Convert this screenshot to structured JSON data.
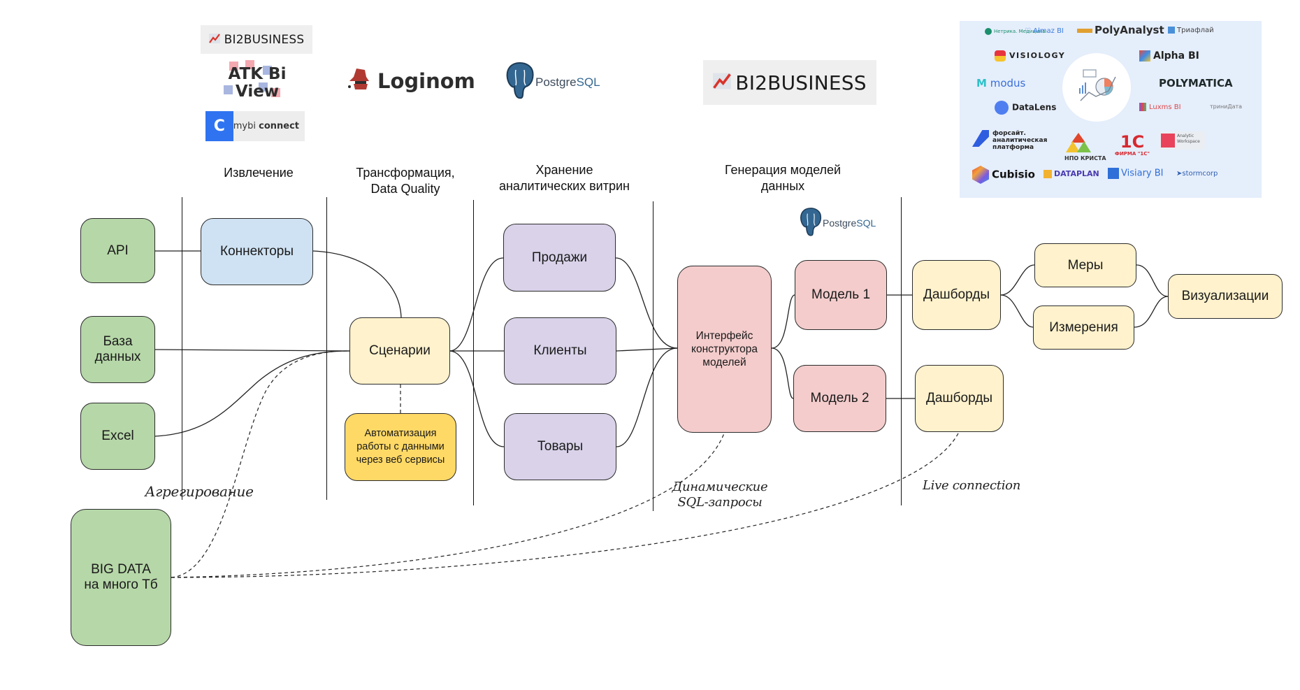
{
  "logos": {
    "bi2business_small": "BI2BUSINESS",
    "atk_bi_view": [
      "ATK Bi",
      "View"
    ],
    "mybi_connect": {
      "prefix": "mybi",
      "suffix": "connect",
      "icon": "C"
    },
    "loginom": "Loginom",
    "postgresql_top": {
      "a": "Postgre",
      "b": "SQL"
    },
    "bi2business_large": "BI2BUSINESS",
    "postgresql_models": {
      "a": "Postgre",
      "b": "SQL"
    }
  },
  "collage": {
    "items": [
      "Нетрика. Медицина",
      "Almaz BI",
      "PolyAnalyst",
      "Триафлай",
      "VISIOLOGY",
      "Alpha BI",
      "modus",
      "POLYMATICA",
      "DataLens",
      "Luxms BI",
      "триниДата",
      "форсайт. аналитическая платформа",
      "НПО КРИСТА",
      "ФИРМА \"1С\"",
      "Analytic Workspace",
      "Cubisio",
      "DATAPLAN",
      "Visiary BI",
      "stormcorp"
    ]
  },
  "stages": {
    "extraction": "Извлечение",
    "transformation": [
      "Трансформация,",
      "Data Quality"
    ],
    "storage": [
      "Хранение",
      "аналитических витрин"
    ],
    "models": [
      "Генерация моделей",
      "данных"
    ]
  },
  "nodes": {
    "api": "API",
    "database": [
      "База",
      "данных"
    ],
    "excel": "Excel",
    "bigdata": [
      "BIG DATA",
      "на много Тб"
    ],
    "connectors": "Коннекторы",
    "scenarios": "Сценарии",
    "automation": [
      "Автоматизация",
      "работы с данными",
      "через веб сервисы"
    ],
    "sales": "Продажи",
    "clients": "Клиенты",
    "goods": "Товары",
    "model_builder": [
      "Интерфейс",
      "конструктора",
      "моделей"
    ],
    "model1": "Модель 1",
    "model2": "Модель 2",
    "dashboards1": "Дашборды",
    "dashboards2": "Дашборды",
    "measures": "Меры",
    "dimensions": "Измерения",
    "visualizations": "Визуализации"
  },
  "annotations": {
    "aggregation": "Агрегирование",
    "dynamic_sql": [
      "Динамические",
      "SQL-запросы"
    ],
    "live_connection": "Live connection"
  },
  "colors": {
    "source_green": "#b6d7a8",
    "connector_blue": "#cfe2f3",
    "scenario_cream": "#fff2cc",
    "automation_amber": "#ffd966",
    "storage_purple": "#d9d2e9",
    "model_pink": "#f4cccc",
    "collage_bg": "#e5eefb"
  }
}
